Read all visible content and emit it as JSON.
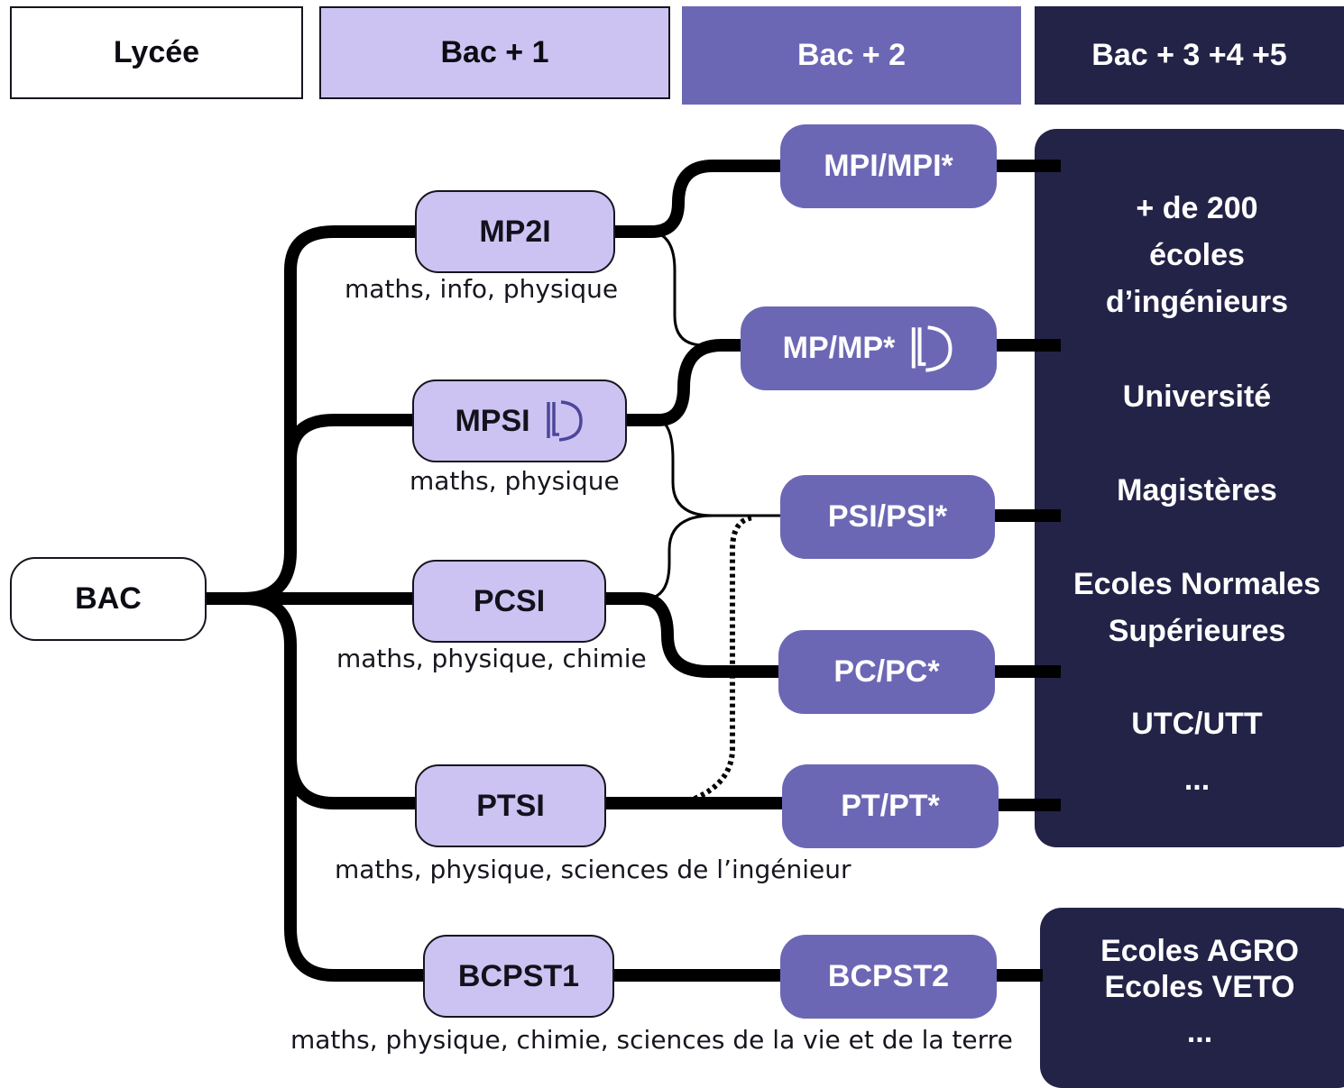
{
  "headers": {
    "lycee": "Lycée",
    "bac1": "Bac + 1",
    "bac2": "Bac + 2",
    "bac345": "Bac + 3 +4 +5"
  },
  "colors": {
    "year1_fill": "#cdc3f2",
    "year2_fill": "#6c67b4",
    "year345_fill": "#232348",
    "line": "#000000"
  },
  "bac": "BAC",
  "year1": {
    "mp2i": {
      "label": "MP2I",
      "subjects": "maths, info, physique"
    },
    "mpsi": {
      "label": "MPSI",
      "subjects": "maths, physique",
      "logo": "ld-logo-icon"
    },
    "pcsi": {
      "label": "PCSI",
      "subjects": "maths, physique, chimie"
    },
    "ptsi": {
      "label": "PTSI",
      "subjects": "maths, physique, sciences de l’ingénieur"
    },
    "bcpst1": {
      "label": "BCPST1",
      "subjects": "maths, physique, chimie, sciences de la vie et de la terre"
    }
  },
  "year2": {
    "mpi": {
      "label": "MPI/MPI*"
    },
    "mp": {
      "label": "MP/MP*",
      "logo": "ld-logo-icon"
    },
    "psi": {
      "label": "PSI/PSI*"
    },
    "pc": {
      "label": "PC/PC*"
    },
    "pt": {
      "label": "PT/PT*"
    },
    "bcpst2": {
      "label": "BCPST2"
    }
  },
  "outcomes": {
    "engineering": {
      "schools_line1": "+ de 200",
      "schools_line2": "écoles",
      "schools_line3": "d’ingénieurs",
      "university": "Université",
      "magisteres": "Magistères",
      "ens_line1": "Ecoles Normales",
      "ens_line2": "Supérieures",
      "utc": "UTC/UTT",
      "more": "..."
    },
    "bio": {
      "agro": "Ecoles AGRO",
      "veto": "Ecoles VETO",
      "more": "..."
    }
  }
}
